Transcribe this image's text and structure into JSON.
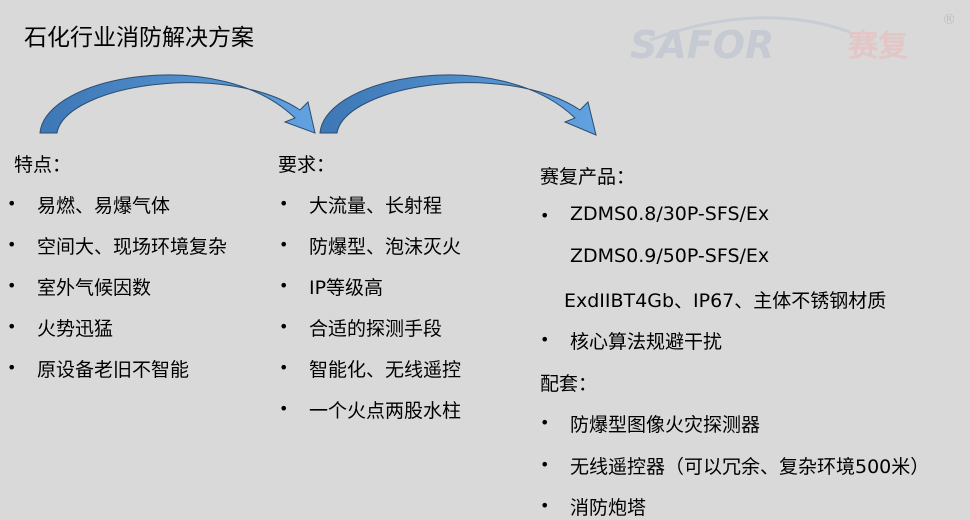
{
  "title": "石化行业消防解决方案",
  "logo": {
    "brand_en": "SAFOR",
    "brand_cn": "赛复",
    "registered": "®"
  },
  "colors": {
    "background": "#d9d9d9",
    "arrow": "#4f8fd0"
  },
  "col1": {
    "heading": "特点：",
    "items": [
      "易燃、易爆气体",
      "空间大、现场环境复杂",
      "室外气候因数",
      "火势迅猛",
      "原设备老旧不智能"
    ]
  },
  "col2": {
    "heading": "要求：",
    "items": [
      "大流量、长射程",
      "防爆型、泡沫灭火",
      "IP等级高",
      "合适的探测手段",
      "智能化、无线遥控",
      "一个火点两股水柱"
    ]
  },
  "col3": {
    "heading": "赛复产品：",
    "product1": "ZDMS0.8/30P-SFS/Ex",
    "product2": "ZDMS0.9/50P-SFS/Ex",
    "spec": "ExdIIBT4Gb、IP67、主体不锈钢材质",
    "algo": "核心算法规避干扰",
    "accessories_heading": "配套：",
    "accessories": [
      "防爆型图像火灾探测器",
      "无线遥控器（可以冗余、复杂环境500米）",
      "消防炮塔"
    ]
  },
  "bullet": "•"
}
